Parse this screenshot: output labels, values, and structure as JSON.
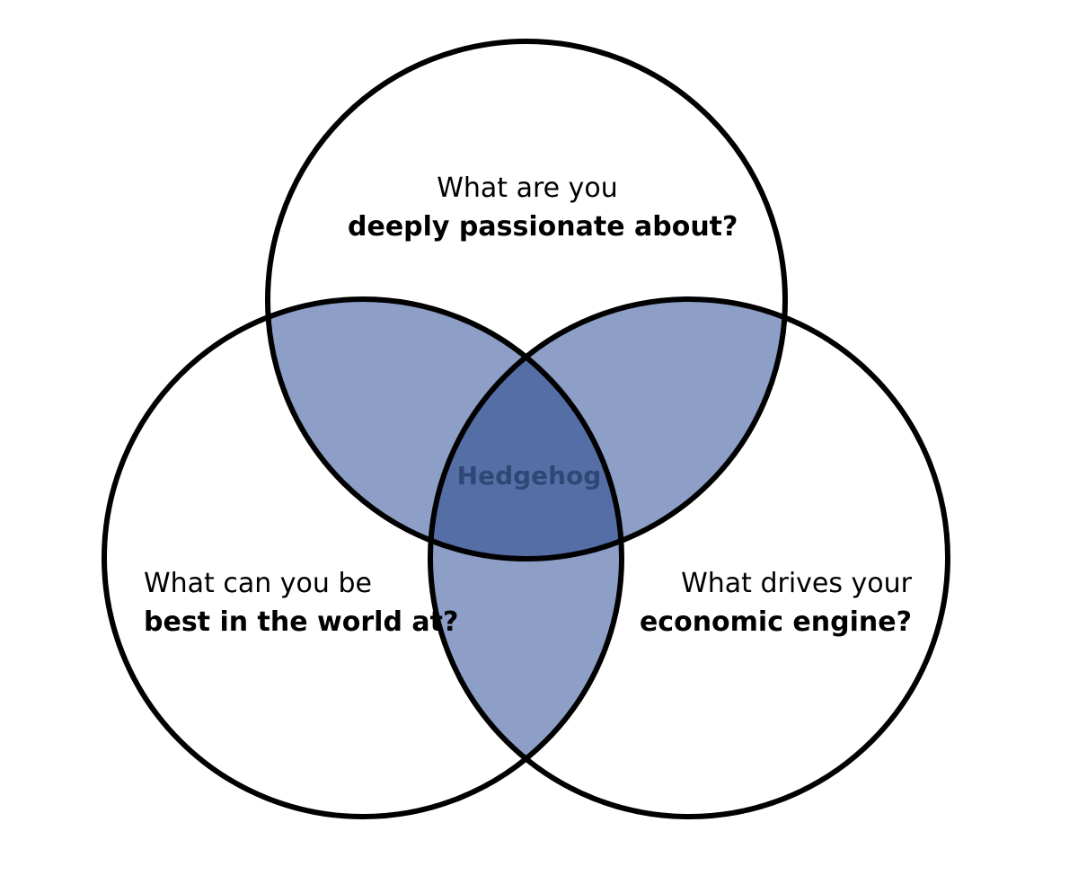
{
  "diagram": {
    "colors": {
      "outline": "#000000",
      "pairwise_overlap": "#8d9fc7",
      "center_overlap": "#566ea6",
      "center_text": "#2f4775",
      "background": "#ffffff"
    },
    "circles": [
      {
        "id": "passion",
        "line1": "What are you",
        "line2": "deeply passionate about?"
      },
      {
        "id": "best",
        "line1": "What can you be",
        "line2": "best in the world at?"
      },
      {
        "id": "economic",
        "line1": "What drives your",
        "line2": "economic engine?"
      }
    ],
    "center_label": "Hedgehog"
  }
}
